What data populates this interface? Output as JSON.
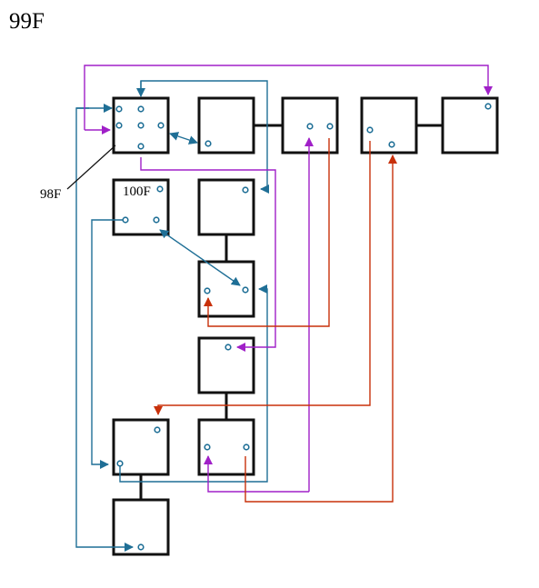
{
  "figure_label": "99F",
  "callouts": {
    "ref_98": "98F",
    "ref_100": "100F"
  },
  "colors": {
    "blue": "#1f6f96",
    "purple": "#a020c8",
    "red": "#c8300a",
    "box_stroke": "#111111"
  }
}
